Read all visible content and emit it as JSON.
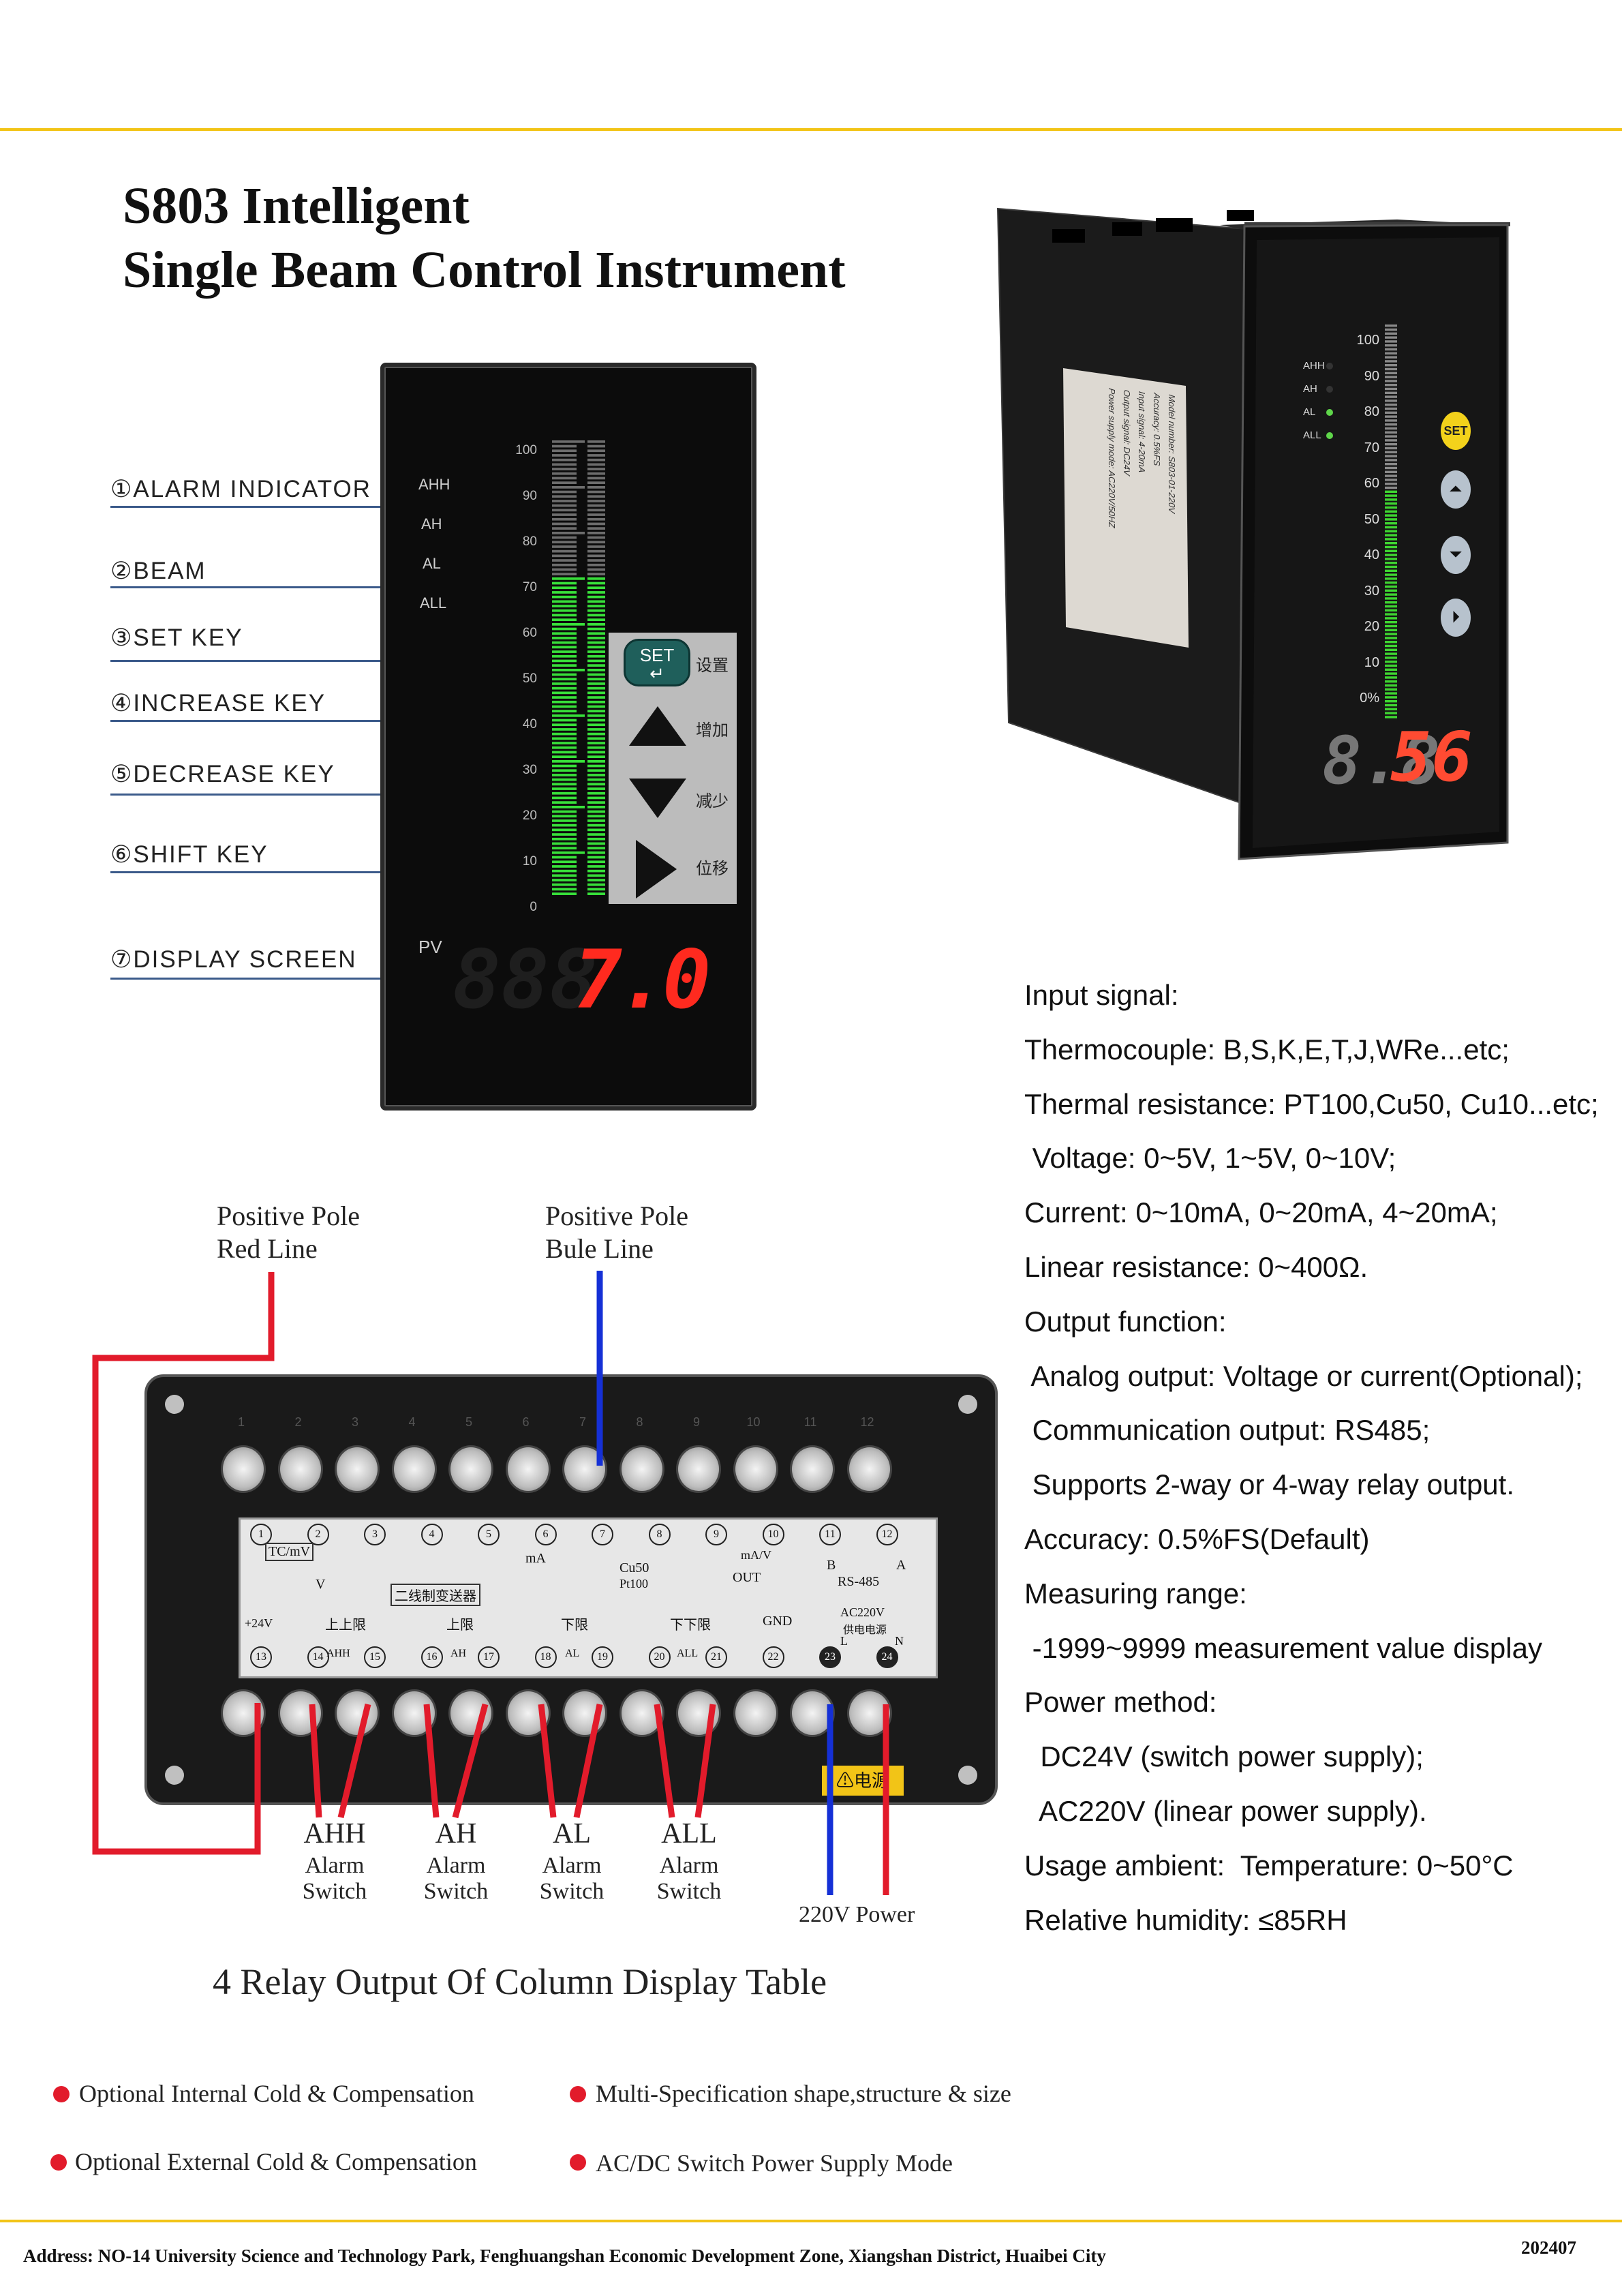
{
  "title": {
    "line1": "S803 Intelligent",
    "line2": "Single Beam Control Instrument"
  },
  "callouts": [
    "①ALARM INDICATOR",
    "②BEAM",
    "③SET KEY",
    "④INCREASE KEY",
    "⑤DECREASE KEY",
    "⑥SHIFT KEY",
    "⑦DISPLAY SCREEN"
  ],
  "panel": {
    "alarms": [
      "AHH",
      "AH",
      "AL",
      "ALL"
    ],
    "scale": [
      "100",
      "90",
      "80",
      "70",
      "60",
      "50",
      "40",
      "30",
      "20",
      "10",
      "0"
    ],
    "beam_level_percent": 70,
    "keys": {
      "set_label": "SET",
      "set_cn": "设置",
      "increase_cn": "增加",
      "decrease_cn": "减少",
      "shift_cn": "位移"
    },
    "pv_label": "PV",
    "display_value": "7.0",
    "beam_color": "#38e03a",
    "display_color": "#ff2a1f"
  },
  "product_photo": {
    "alarms": [
      "AHH",
      "AH",
      "AL",
      "ALL"
    ],
    "scale": [
      "100",
      "90",
      "80",
      "70",
      "60",
      "50",
      "40",
      "30",
      "20",
      "10",
      "0%"
    ],
    "display_value": "56",
    "set_label": "SET",
    "label_lines": [
      "Model number:   S803-01-220V",
      "Accuracy:   0.5%FS",
      "Input signal:   4-20mA",
      "Output signal:   DC24V",
      "Power supply mode:   AC220V/50HZ"
    ]
  },
  "specs": [
    "Input signal:",
    "Thermocouple: B,S,K,E,T,J,WRe...etc;",
    "Thermal resistance: PT100,Cu50, Cu10...etc;",
    " Voltage: 0~5V, 1~5V, 0~10V;",
    "Current: 0~10mA, 0~20mA, 4~20mA;",
    "Linear resistance: 0~400Ω.",
    "Output function:",
    " Analog output: Voltage or current(Optional);",
    " Communication output: RS485;",
    " Supports 2-way or 4-way relay output.",
    "Accuracy: 0.5%FS(Default)",
    "Measuring range:",
    " -1999~9999 measurement value display",
    "Power method:",
    "  DC24V (switch power supply);",
    "  AC220V (linear power supply).",
    "Usage ambient:  Temperature: 0~50°C",
    "Relative humidity: ≤85RH"
  ],
  "wiring": {
    "positive_red": [
      "Positive Pole",
      "Red Line"
    ],
    "positive_blue": [
      "Positive Pole",
      "Bule Line"
    ],
    "top_terminals": [
      "1",
      "2",
      "3",
      "4",
      "5",
      "6",
      "7",
      "8",
      "9",
      "10",
      "11",
      "12"
    ],
    "bottom_terminals": [
      "13",
      "14",
      "15",
      "16",
      "17",
      "18",
      "19",
      "20",
      "21",
      "22",
      "23",
      "24"
    ],
    "diagram_labels": {
      "tc": "TC/mV",
      "v": "V",
      "ma": "mA",
      "cu50": "Cu50",
      "pt100": "Pt100",
      "two_wire": "二线制变送器",
      "out": "OUT",
      "mav": "mA/V",
      "rs485": "RS-485",
      "b": "B",
      "a": "A",
      "p24": "+24V",
      "ahh_cn": "上上限",
      "ah_cn": "上限",
      "al_cn": "下限",
      "all_cn": "下下限",
      "gnd": "GND",
      "ac220": "AC220V",
      "power_cn": "供电电源",
      "l": "L",
      "n": "N",
      "ahh": "AHH",
      "ah": "AH",
      "al": "AL",
      "all": "ALL",
      "warning": "⚠电源"
    },
    "switches": [
      {
        "name": "AHH",
        "l1": "Alarm",
        "l2": "Switch"
      },
      {
        "name": "AH",
        "l1": "Alarm",
        "l2": "Switch"
      },
      {
        "name": "AL",
        "l1": "Alarm",
        "l2": "Switch"
      },
      {
        "name": "ALL",
        "l1": "Alarm",
        "l2": "Switch"
      }
    ],
    "power": "220V Power",
    "caption": "4 Relay Output Of Column Display Table"
  },
  "features": [
    "Optional Internal Cold & Compensation",
    "Multi-Specification shape,structure & size",
    "Optional External Cold & Compensation",
    "AC/DC Switch Power Supply Mode"
  ],
  "footer": {
    "address": "Address: NO-14 University Science and Technology Park, Fenghuangshan Economic Development Zone, Xiangshan District, Huaibei City",
    "code": "202407"
  },
  "colors": {
    "accent_rule": "#f2c417",
    "red": "#e21b2b",
    "blue": "#1530d6"
  }
}
